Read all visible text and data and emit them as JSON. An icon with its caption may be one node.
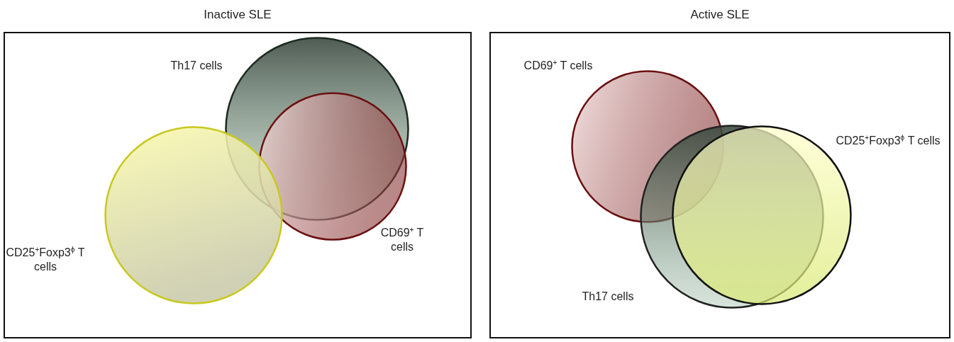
{
  "diagram": {
    "nodes": [
      {
        "text": [
          "Inactive SLE"
        ]
      },
      {
        "text": [
          "Th17 cells"
        ],
        "in": 0
      },
      {
        "text": [
          "CD69$^{+}$ T cells"
        ],
        "in": 0
      },
      {
        "text": [
          "CD25$^{+}$Foxp3$^{ϕ}$ T cells"
        ],
        "in": 0
      },
      {
        "text": [
          "Active SLE"
        ]
      },
      {
        "text": [
          "CD69$^{+}$ T cells"
        ],
        "in": 4
      },
      {
        "text": [
          "Th17 cells"
        ],
        "in": 4
      },
      {
        "text": [
          "CD25$^{+}$Foxp3$^{ϕ}$ T cells"
        ],
        "in": 4
      }
    ],
    "edges": []
  }
}
